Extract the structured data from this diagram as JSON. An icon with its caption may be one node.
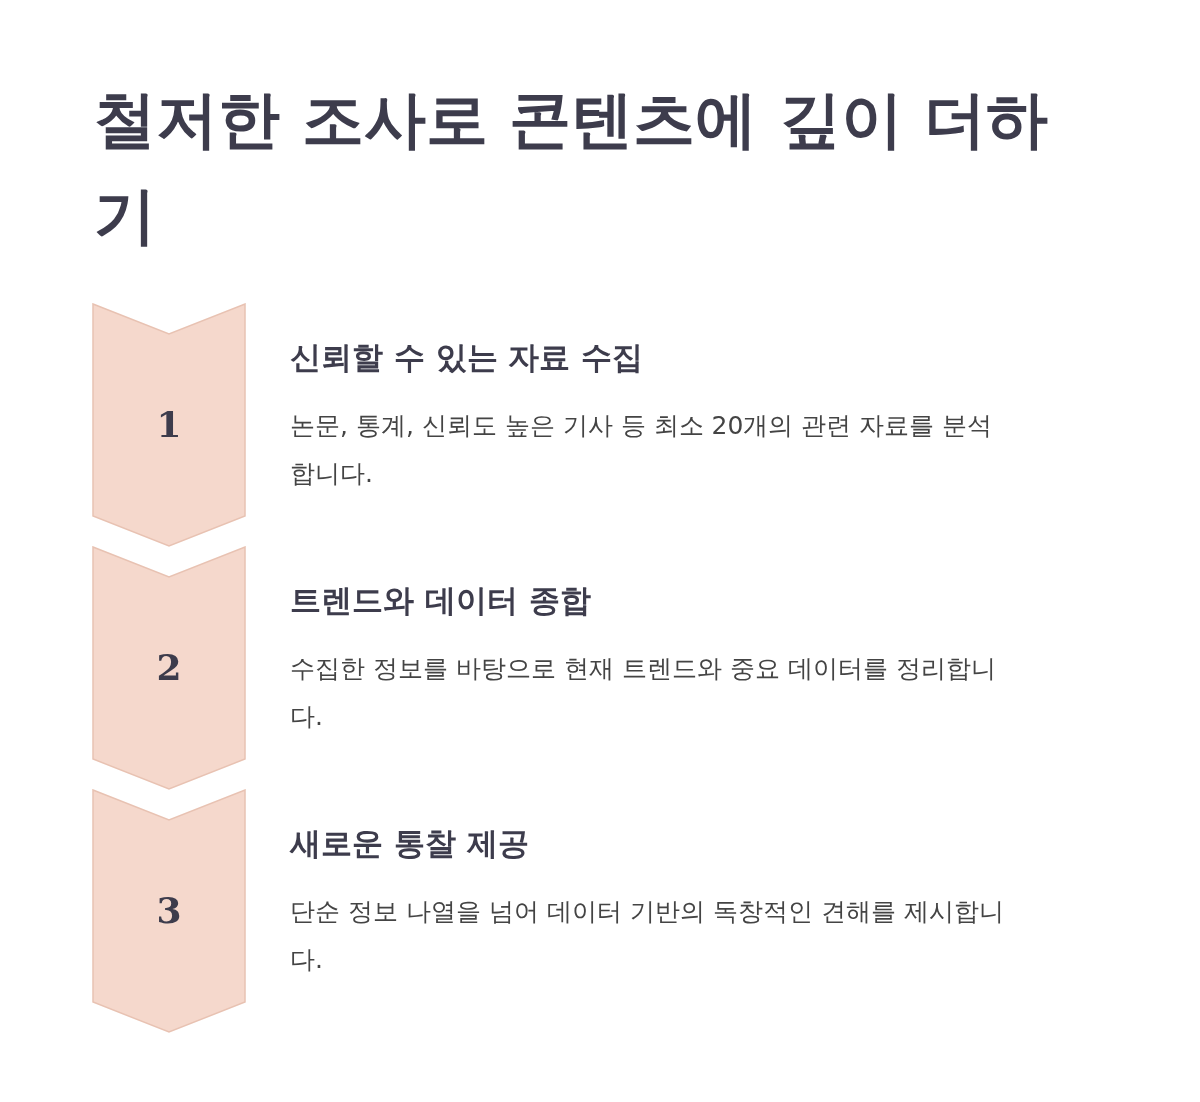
{
  "diagram": {
    "title": "철저한 조사로 콘텐츠에 깊이 더하기",
    "nodes": [
      {
        "text": [
          "1"
        ],
        "beside": [
          "신뢰할 수 있는 자료 수집",
          "논문, 통계, 신뢰도 높은 기사 등 최소 20개의 관련 자료를 분석합니다."
        ]
      },
      {
        "text": [
          "2"
        ],
        "beside": [
          "트렌드와 데이터 종합",
          "수집한 정보를 바탕으로 현재 트렌드와 중요 데이터를 정리합니다."
        ]
      },
      {
        "text": [
          "3"
        ],
        "beside": [
          "새로운 통찰 제공",
          "단순 정보 나열을 넘어 데이터 기반의 독창적인 견해를 제시합니다."
        ]
      }
    ]
  }
}
